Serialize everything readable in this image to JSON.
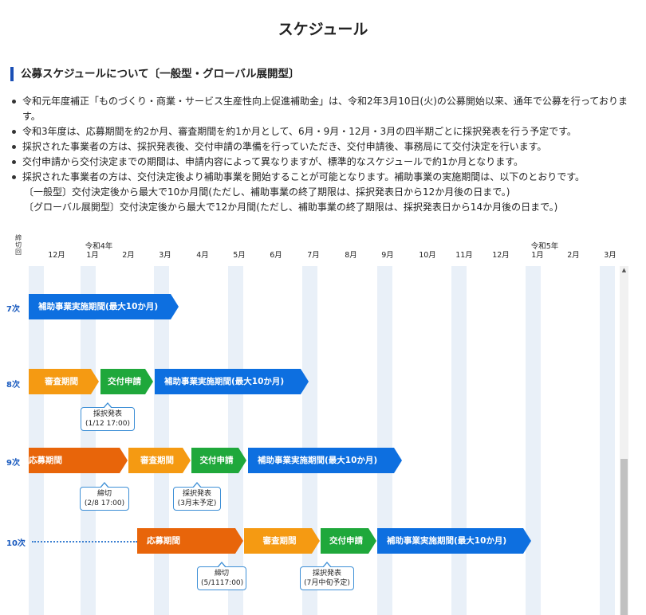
{
  "page": {
    "title": "スケジュール",
    "section_heading": "公募スケジュールについて〔一般型・グローバル展開型〕"
  },
  "bullets": [
    "令和元年度補正「ものづくり・商業・サービス生産性向上促進補助金」は、令和2年3月10日(火)の公募開始以来、通年で公募を行っております。",
    "令和3年度は、応募期間を約2か月、審査期間を約1か月として、6月・9月・12月・3月の四半期ごとに採択発表を行う予定です。",
    "採択された事業者の方は、採択発表後、交付申請の準備を行っていただき、交付申請後、事務局にて交付決定を行います。",
    "交付申請から交付決定までの期間は、申請内容によって異なりますが、標準的なスケジュールで約1か月となります。",
    "採択された事業者の方は、交付決定後より補助事業を開始することが可能となります。補助事業の実施期間は、以下のとおりです。"
  ],
  "bullet_sub": [
    "〔一般型〕交付決定後から最大で10か月間(ただし、補助事業の終了期限は、採択発表日から12か月後の日まで。)",
    "〔グローバル展開型〕交付決定後から最大で12か月間(ただし、補助事業の終了期限は、採択発表日から14か月後の日まで。)"
  ],
  "chart": {
    "deadline_header": "締\n切\n回",
    "year_labels": [
      "令和4年",
      "令和5年"
    ],
    "months": [
      "12月",
      "1月",
      "2月",
      "3月",
      "4月",
      "5月",
      "6月",
      "7月",
      "8月",
      "9月",
      "10月",
      "11月",
      "12月",
      "1月",
      "2月",
      "3月"
    ],
    "rounds": [
      {
        "label": "7次",
        "bars": [
          "補助事業実施期間(最大10か月)"
        ]
      },
      {
        "label": "8次",
        "bars": [
          "審査期間",
          "交付申請",
          "補助事業実施期間(最大10か月)"
        ],
        "callouts": [
          [
            "採択発表",
            "(1/12 17:00)"
          ]
        ]
      },
      {
        "label": "9次",
        "bars": [
          "応募期間",
          "審査期間",
          "交付申請",
          "補助事業実施期間(最大10か月)"
        ],
        "callouts": [
          [
            "締切",
            "(2/8 17:00)"
          ],
          [
            "採択発表",
            "(3月末予定)"
          ]
        ]
      },
      {
        "label": "10次",
        "bars": [
          "応募期間",
          "審査期間",
          "交付申請",
          "補助事業実施期間(最大10か月)"
        ],
        "callouts": [
          [
            "締切",
            "(5/1117:00)"
          ],
          [
            "採択発表",
            "(7月中旬予定)"
          ]
        ]
      }
    ]
  },
  "colors": {
    "implementation": "#0d6fe0",
    "review": "#f59a12",
    "grant_application": "#1fa83b",
    "application": "#e8650a",
    "stripe": "#e9f0f8",
    "accent": "#1a4fb5"
  },
  "icons": {
    "scroll_up": "triangle-up"
  }
}
